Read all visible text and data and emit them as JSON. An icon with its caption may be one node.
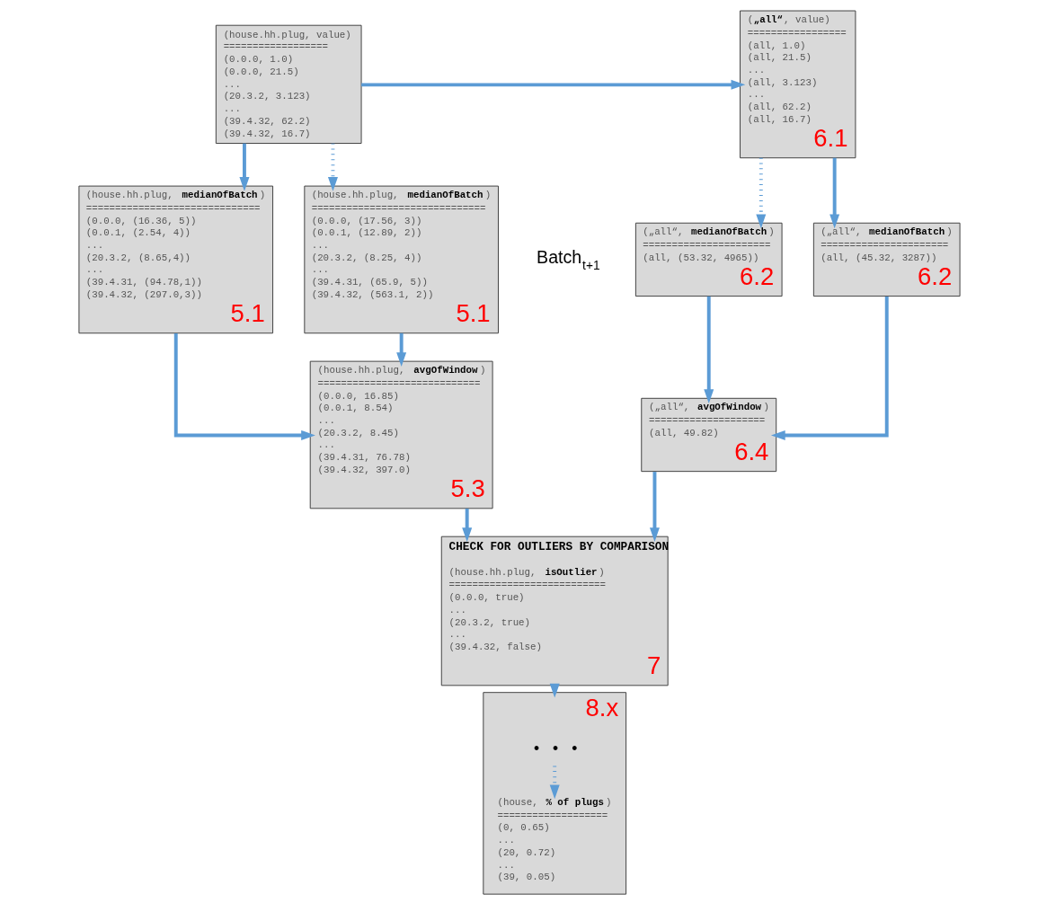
{
  "diagram": {
    "nodes": [
      {
        "text": [
          "(house.hh.plug, value)",
          "==================",
          "(0.0.0, 1.0)",
          "(0.0.0, 21.5)",
          "...",
          "(20.3.2, 3.123)",
          "...",
          "(39.4.32, 62.2)",
          "(39.4.32, 16.7)"
        ]
      },
      {
        "text": [
          "(**„all“**, value)",
          "=================",
          "(all, 1.0)",
          "(all, 21.5)",
          "...",
          "(all, 3.123)",
          "...",
          "(all, 62.2)",
          "(all, 16.7)",
          "6.1"
        ]
      },
      {
        "text": [
          "(house.hh.plug, **medianOfBatch**)",
          "==============================",
          "(0.0.0, (16.36, 5))",
          "(0.0.1, (2.54, 4))",
          "...",
          "(20.3.2, (8.65,4))",
          "...",
          "(39.4.31, (94.78,1))",
          "(39.4.32, (297.0,3))",
          "5.1"
        ]
      },
      {
        "text": [
          "(„all“, **medianOfBatch**)",
          "======================",
          "(all, (45.32, 3287))",
          "6.2"
        ]
      },
      {
        "text": [
          "(house.hh.plug, **avgOfWindow**)",
          "============================",
          "(0.0.0, 16.85)",
          "(0.0.1, 8.54)",
          "...",
          "(20.3.2, 8.45)",
          "...",
          "(39.4.31, 76.78)",
          "(39.4.32, 397.0)",
          "5.3"
        ]
      },
      {
        "text": [
          "(„all“, **avgOfWindow**)",
          "====================",
          "(all, 49.82)",
          "6.4"
        ]
      },
      {
        "text": [
          "(house.hh.plug, **medianOfBatch**)",
          "==============================",
          "(0.0.0, (17.56, 3))",
          "(0.0.1, (12.89, 2))",
          "...",
          "(20.3.2, (8.25, 4))",
          "...",
          "(39.4.31, (65.9, 5))",
          "(39.4.32, (563.1, 2))",
          "5.1"
        ]
      },
      {
        "text": [
          "(„all“, **medianOfBatch**)",
          "======================",
          "(all, (53.32, 4965))",
          "6.2"
        ]
      },
      {
        "text": [
          "CHECK FOR OUTLIERS BY COMPARISON",
          "(house.hh.plug, **isOutlier**)",
          "===========================",
          "(0.0.0, true)",
          "...",
          "(20.3.2, true)",
          "...",
          "(39.4.32, false)",
          "7"
        ]
      },
      {
        "text": [
          "8.x"
        ]
      },
      {
        "text": [
          "• • •"
        ],
        "in": 9
      },
      {
        "text": [
          "(house, **% of plugs**)",
          "===================",
          "(0, 0.65)",
          "...",
          "(20, 0.72)",
          "...",
          "(39, 0.05)"
        ],
        "in": 9
      }
    ],
    "edges": [
      {
        "from": 0,
        "to": 1,
        "arrow": "to"
      },
      {
        "from": 0,
        "to": 2,
        "arrow": "to"
      },
      {
        "from": 0,
        "to": 6,
        "arrow": "to",
        "style": "dashed"
      },
      {
        "from": 1,
        "to": 3,
        "arrow": "to"
      },
      {
        "from": 1,
        "to": 7,
        "arrow": "to",
        "style": "dashed"
      },
      {
        "from": 2,
        "to": 4,
        "arrow": "to"
      },
      {
        "from": 6,
        "to": 4,
        "arrow": "to"
      },
      {
        "from": 3,
        "to": 5,
        "arrow": "to"
      },
      {
        "from": 7,
        "to": 5,
        "arrow": "to"
      },
      {
        "from": 4,
        "to": 8,
        "arrow": "to"
      },
      {
        "from": 5,
        "to": 8,
        "arrow": "to"
      },
      {
        "from": 8,
        "to": 9,
        "arrow": "to"
      },
      {
        "from": 10,
        "to": 11,
        "arrow": "to",
        "style": "dashed"
      }
    ],
    "labels": [
      "Batch$_{t+1}$"
    ]
  }
}
